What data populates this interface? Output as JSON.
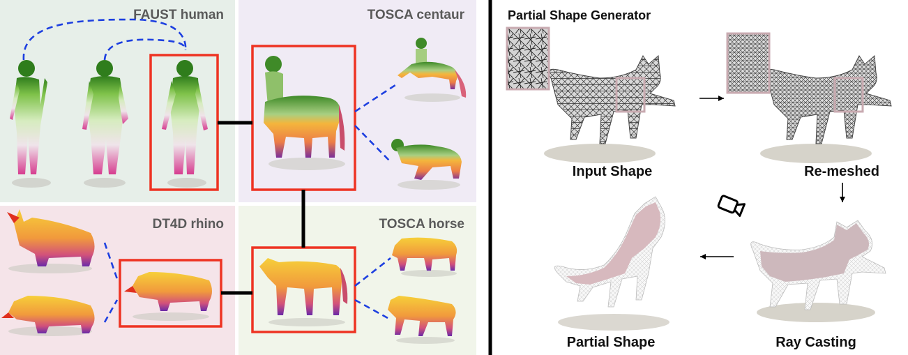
{
  "left": {
    "panels": [
      {
        "title": "FAUST human",
        "bg": "#e7efe9"
      },
      {
        "title": "TOSCA centaur",
        "bg": "#f0ebf5"
      },
      {
        "title": "DT4D rhino",
        "bg": "#f5e4e9"
      },
      {
        "title": "TOSCA horse",
        "bg": "#f1f5ea"
      }
    ],
    "highlight_color": "#ee3322",
    "link_color": "#1d3fe0"
  },
  "right": {
    "title": "Partial Shape Generator",
    "steps": {
      "input": "Input Shape",
      "remeshed": "Re-meshed",
      "raycast": "Ray Casting",
      "partial": "Partial Shape"
    },
    "icons": [
      "arrow-right-icon",
      "arrow-down-icon",
      "arrow-left-icon",
      "camera-icon"
    ]
  },
  "colors": {
    "green": "#2e8b1e",
    "pink": "#d64f9a",
    "orange": "#f0a23a",
    "purple": "#6a2aa8",
    "mesh": "#444444",
    "partial_pink": "#d7b9be"
  }
}
